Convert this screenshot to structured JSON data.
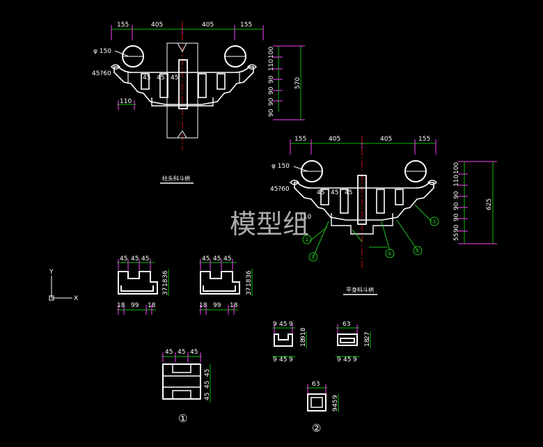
{
  "watermark": "模型组",
  "colors": {
    "background": "#000000",
    "dimension_line": "#00c000",
    "center_line": "#d01010",
    "tick": "#ff40ff",
    "outline": "#ffffff",
    "leader": "#20c020"
  },
  "ucs_icon": {
    "y_label": "Y",
    "x_label": "X"
  },
  "view1": {
    "title": "柱头科斗栱",
    "top_dims": [
      "155",
      "405",
      "405",
      "155"
    ],
    "diameter_label": "φ 150",
    "side_label": "45?60",
    "small_dims": [
      "45",
      "45",
      "45"
    ],
    "bottom_left_dim": "110",
    "right_dims": [
      "90",
      "90",
      "90",
      "90",
      "110",
      "100"
    ],
    "right_total": "570"
  },
  "view2": {
    "title": "平身科斗栱",
    "top_dims": [
      "155",
      "405",
      "405",
      "155"
    ],
    "diameter_label": "φ 150",
    "side_label": "45?60",
    "small_dims": [
      "45",
      "45",
      "45"
    ],
    "side_dim": "110",
    "right_dims": [
      "55",
      "90",
      "90",
      "90",
      "90",
      "110",
      "100"
    ],
    "right_total": "625",
    "callouts": [
      "①",
      "②",
      "③",
      "④",
      "⑤"
    ]
  },
  "detail_a": {
    "top_dims": [
      "45",
      "45",
      "45"
    ],
    "bottom_dims": [
      "18",
      "99",
      "18"
    ],
    "side_dims": [
      "37",
      "18",
      "36"
    ]
  },
  "detail_b": {
    "top_dims": [
      "45",
      "45",
      "45"
    ],
    "bottom_dims": [
      "18",
      "99",
      "18"
    ],
    "side_dims": [
      "37",
      "18",
      "36"
    ]
  },
  "detail_c": {
    "top_dims": [
      "45",
      "45",
      "45"
    ],
    "side_dims": [
      "45",
      "45",
      "45"
    ],
    "label": "①"
  },
  "detail_d": {
    "top_dims": [
      "9",
      "45",
      "9"
    ],
    "bottom_dims": [
      "9",
      "45",
      "9"
    ],
    "side_dims": [
      "18",
      "9",
      "18"
    ]
  },
  "detail_e": {
    "top_dims": [
      "63"
    ],
    "bottom_dims": [
      "9",
      "45",
      "9"
    ],
    "side_dims": [
      "18",
      "27"
    ]
  },
  "detail_f": {
    "top_dims": [
      "63"
    ],
    "side_dims": [
      "9",
      "45",
      "9"
    ],
    "label": "②"
  }
}
